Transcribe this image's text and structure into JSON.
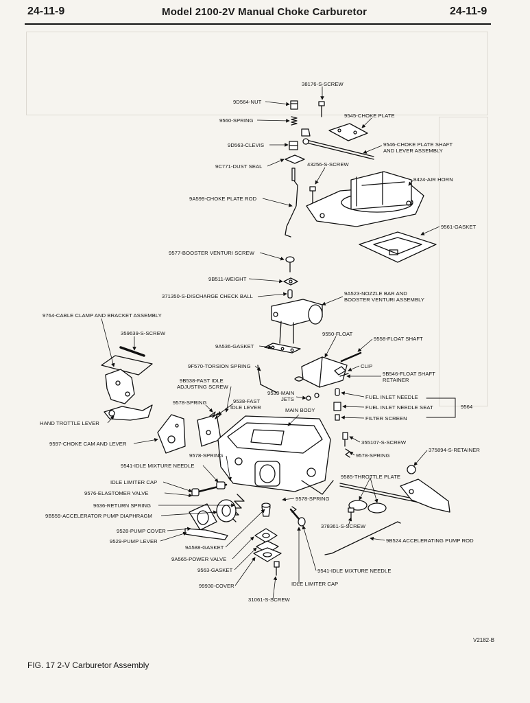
{
  "header": {
    "page_left": "24-11-9",
    "title": "Model 2100-2V Manual Choke Carburetor",
    "page_right": "24-11-9"
  },
  "figure": {
    "code": "V2182-B",
    "caption": "FIG. 17 2-V Carburetor Assembly"
  },
  "labels": {
    "screw_38176": "38176-S-SCREW",
    "nut_9d564": "9D564-NUT",
    "choke_plate_9545": "9545-CHOKE PLATE",
    "spring_9560": "9560-SPRING",
    "clevis_9d563": "9D563-CLEVIS",
    "choke_shaft_9546_l1": "9546-CHOKE PLATE SHAFT",
    "choke_shaft_9546_l2": "AND LEVER ASSEMBLY",
    "dust_seal_9c771": "9C771-DUST SEAL",
    "screw_43256": "43256-S-SCREW",
    "air_horn_9424": "9424-AIR HORN",
    "choke_rod_9a599": "9A599-CHOKE PLATE ROD",
    "gasket_9561": "9561-GASKET",
    "booster_screw_9577": "9577-BOOSTER VENTURI SCREW",
    "weight_9b511": "9B511-WEIGHT",
    "check_ball_371350": "371350-S-DISCHARGE CHECK BALL",
    "nozzle_bar_9a523_l1": "9A523-NOZZLE BAR AND",
    "nozzle_bar_9a523_l2": "BOOSTER VENTURI ASSEMBLY",
    "cable_clamp_9764": "9764-CABLE CLAMP AND BRACKET ASSEMBLY",
    "screw_359639": "359639-S-SCREW",
    "float_9550": "9550-FLOAT",
    "float_shaft_9558": "9558-FLOAT SHAFT",
    "gasket_9a536": "9A536-GASKET",
    "torsion_spring_9f570": "9F570-TORSION SPRING",
    "clip": "CLIP",
    "fast_idle_9b538_l1": "9B538-FAST IDLE",
    "fast_idle_9b538_l2": "ADJUSTING SCREW",
    "float_retainer_9b546_l1": "9B546-FLOAT SHAFT",
    "float_retainer_9b546_l2": "RETAINER",
    "main_jets_9533_l1": "9533-MAIN",
    "main_jets_9533_l2": "JETS",
    "fuel_inlet_needle": "FUEL INLET NEEDLE",
    "spring_9578_a": "9578-SPRING",
    "fast_idle_lever_9538_l1": "9538-FAST",
    "fast_idle_lever_9538_l2": "IDLE LEVER",
    "fuel_inlet_seat": "FUEL INLET NEEDLE SEAT",
    "group_9564": "9564",
    "main_body": "MAIN BODY",
    "filter_screen": "FILTER SCREEN",
    "hand_throttle_lever": "HAND TROTTLE LEVER",
    "choke_cam_9597": "9597-CHOKE CAM AND LEVER",
    "screw_355107": "355107-S-SCREW",
    "spring_9578_b": "9578-SPRING",
    "spring_9578_c": "9578-SPRING",
    "retainer_375894": "375894-S-RETAINER",
    "idle_mixture_9541_a": "9541-IDLE MIXTURE NEEDLE",
    "throttle_plate_9585": "9585-THROTTLE PLATE",
    "idle_limiter_cap_a": "IDLE LIMITER CAP",
    "elastomer_valve_9576": "9576-ELASTOMER VALVE",
    "spring_9578_d": "9578-SPRING",
    "return_spring_9636": "9636-RETURN SPRING",
    "diaphragm_9b559": "9B559-ACCELERATOR PUMP DIAPHRAGM",
    "screw_378361": "378361-S-SCREW",
    "pump_cover_9528": "9528-PUMP COVER",
    "pump_lever_9529": "9529-PUMP LEVER",
    "accel_rod_9b524": "9B524 ACCELERATING PUMP ROD",
    "gasket_9a588": "9A588-GASKET",
    "power_valve_9a565": "9A565-POWER VALVE",
    "gasket_9563": "9563-GASKET",
    "idle_mixture_9541_b": "9541-IDLE MIXTURE NEEDLE",
    "cover_99930": "99930-COVER",
    "idle_limiter_cap_b": "IDLE LIMITER CAP",
    "screw_31061": "31061-S-SCREW"
  }
}
